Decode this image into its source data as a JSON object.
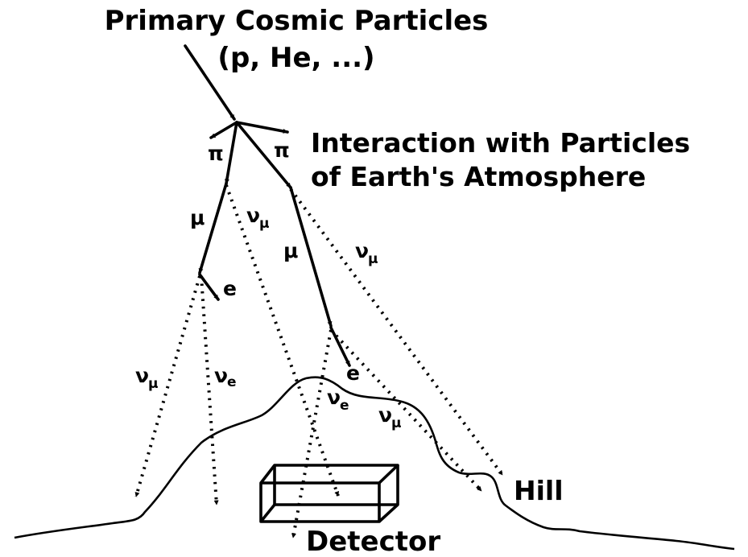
{
  "title_line1": "Primary Cosmic Particles",
  "title_line2": "(p, He, ...)",
  "interaction_line1": "Interaction with Particles",
  "interaction_line2": "of Earth's Atmosphere",
  "pi": "π",
  "mu": "μ",
  "nu": "ν",
  "e": "e",
  "hill": "Hill",
  "detector": "Detector",
  "colors": {
    "ink": "#000000",
    "background": "#ffffff"
  }
}
